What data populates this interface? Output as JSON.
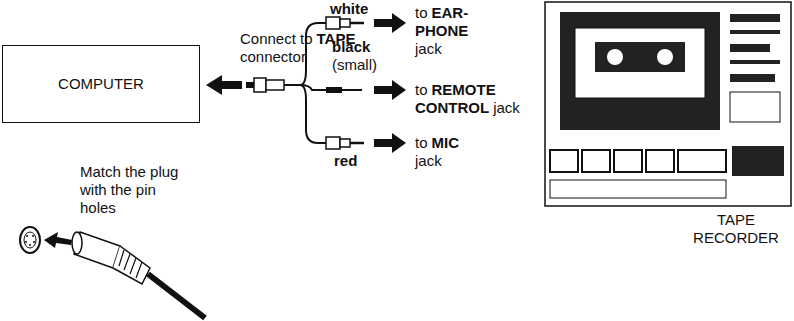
{
  "diagram": {
    "nodes": [
      {
        "text": [
          "COMPUTER"
        ]
      },
      {
        "text": [
          "TAPE RECORDER"
        ]
      }
    ],
    "labels": [
      "Connect to",
      "TAPE",
      "connector",
      "white",
      "black",
      "(small)",
      "red",
      "to",
      "EAR-",
      "PHONE",
      "jack",
      "to",
      "REMOTE",
      "CONTROL",
      "jack",
      "to",
      "MIC",
      "jack",
      "Match the plug with the pin holes"
    ]
  }
}
